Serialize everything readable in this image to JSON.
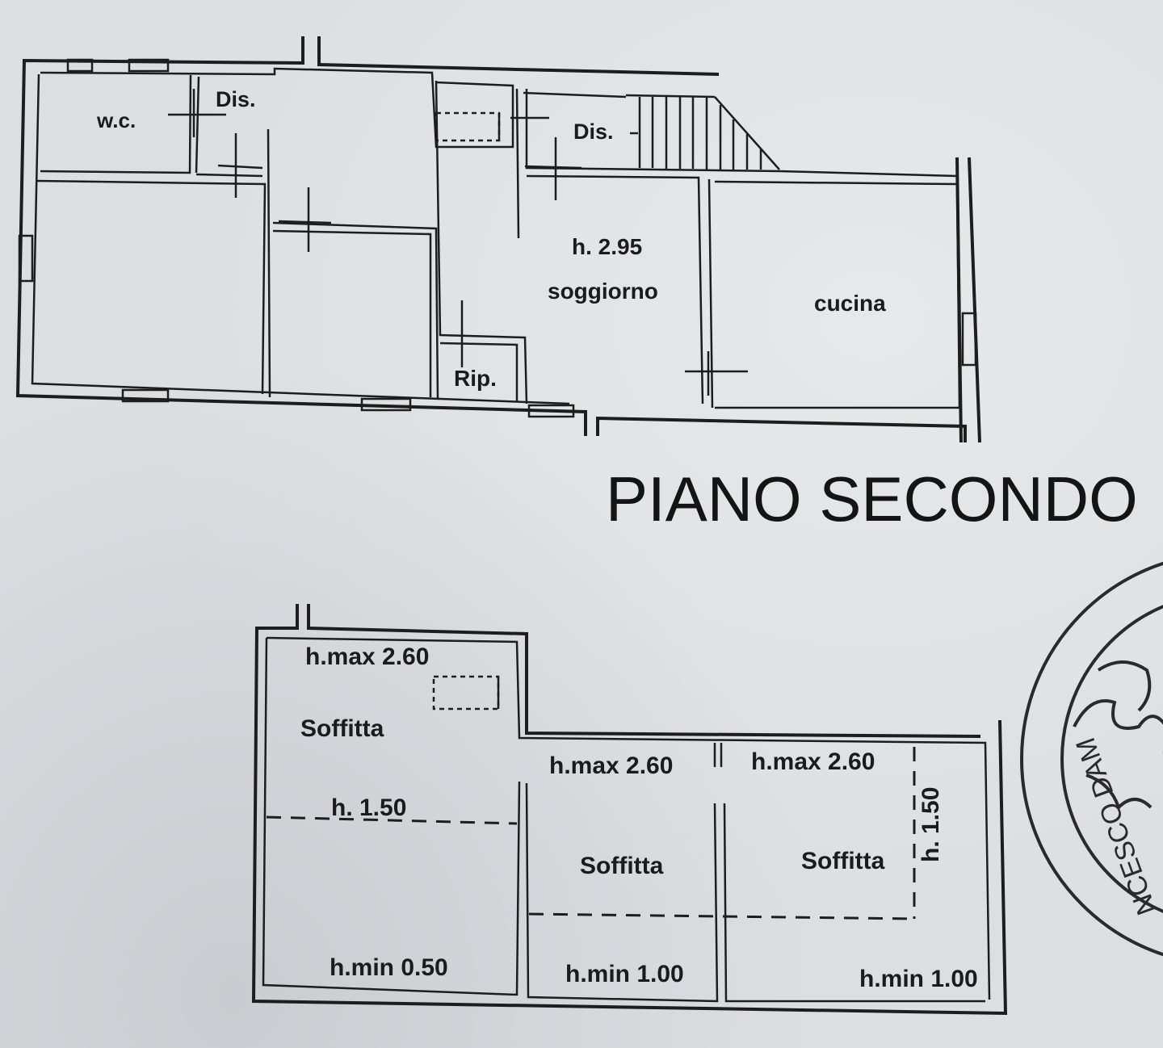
{
  "upper_plan": {
    "rooms": {
      "wc": "w.c.",
      "dis_left": "Dis.",
      "dis_right": "Dis.",
      "height": "h. 2.95",
      "soggiorno": "soggiorno",
      "cucina": "cucina",
      "rip": "Rip."
    },
    "floor_title": "PIANO SECONDO"
  },
  "attic_plan": {
    "left": {
      "hmax": "h.max 2.60",
      "name": "Soffitta",
      "hline": "h. 1.50",
      "hmin": "h.min 0.50"
    },
    "middle": {
      "hmax": "h.max 2.60",
      "name": "Soffitta",
      "hmin": "h.min 1.00"
    },
    "right": {
      "hmax": "h.max 2.60",
      "name": "Soffitta",
      "hline": "h. 1.50",
      "hmin": "h.min 1.00"
    }
  },
  "stamp": {
    "text": "NCESCO DAM"
  }
}
